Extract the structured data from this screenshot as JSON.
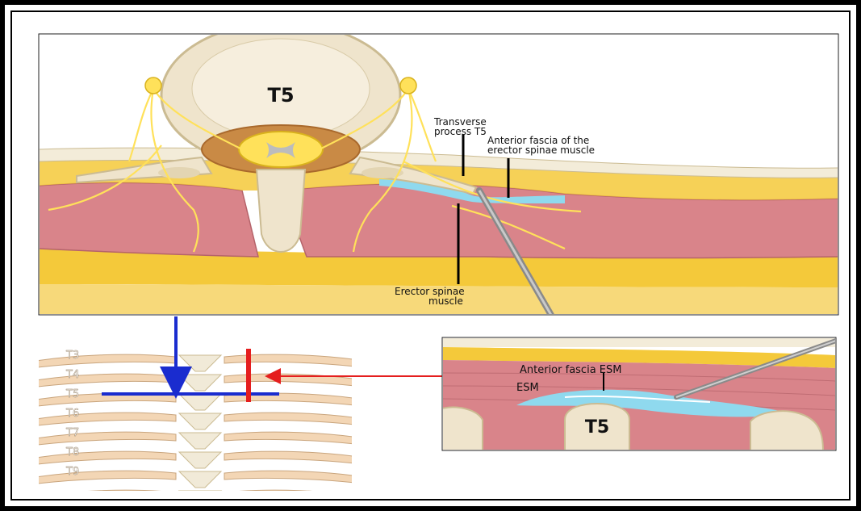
{
  "colors": {
    "bone": "#efe4cc",
    "bone_outline": "#cbbb92",
    "muscle": "#d9848a",
    "fat": "#f4c93a",
    "fascia": "#8fd9ee",
    "nerve": "#ffe15a",
    "arrow_blue": "#1a2ccf",
    "arrow_red": "#e51e1e",
    "needle": "#9a9a9a"
  },
  "top_panel": {
    "vertebra_label": "T5",
    "labels": {
      "transverse_1": "Transverse",
      "transverse_2": "process T5",
      "fascia_1": "Anterior fascia of the",
      "fascia_2": "erector spinae muscle",
      "esm_1": "Erector spinae",
      "esm_2": "muscle"
    }
  },
  "spine_panel": {
    "levels": [
      "T3",
      "T4",
      "T5",
      "T6",
      "T7",
      "T8",
      "T9"
    ]
  },
  "inset_panel": {
    "fascia_label": "Anterior fascia ESM",
    "esm_label": "ESM",
    "vertebra_label": "T5"
  }
}
